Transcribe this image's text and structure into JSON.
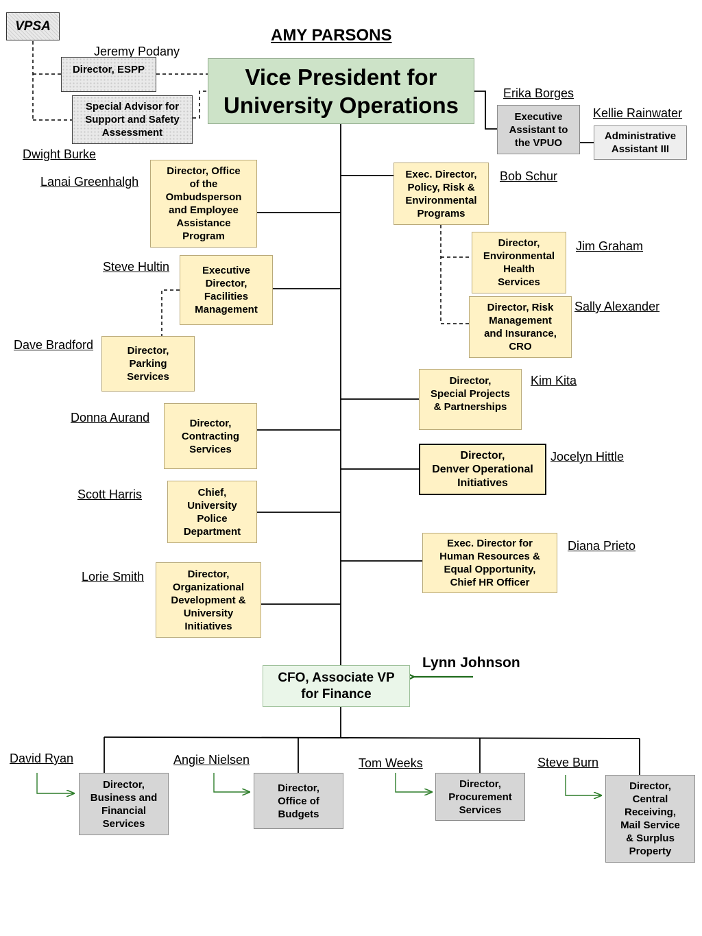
{
  "header": {
    "title": "AMY PARSONS",
    "vpsa_label": "VPSA"
  },
  "top": {
    "vp_title": "Vice President for\nUniversity Operations",
    "director_espp": "Director, ESPP",
    "director_espp_name": "Jeremy Podany",
    "special_advisor": "Special Advisor for\nSupport and Safety\nAssessment",
    "exec_assistant": "Executive\nAssistant to\nthe VPUO",
    "exec_assistant_name": "Erika Borges",
    "admin_assistant": "Administrative\nAssistant III",
    "admin_assistant_name": "Kellie Rainwater"
  },
  "left": {
    "dwight_name": "Dwight Burke",
    "ombuds_title": "Director, Office\nof the\nOmbudsperson\nand Employee\nAssistance\nProgram",
    "ombuds_name": "Lanai Greenhalgh",
    "facilities_title": "Executive\nDirector,\nFacilities\nManagement",
    "facilities_name": "Steve Hultin",
    "parking_title": "Director,\nParking\nServices",
    "parking_name": "Dave Bradford",
    "contracting_title": "Director,\nContracting\nServices",
    "contracting_name": "Donna Aurand",
    "police_title": "Chief,\nUniversity\nPolice\nDepartment",
    "police_name": "Scott Harris",
    "orgdev_title": "Director,\nOrganizational\nDevelopment &\nUniversity\nInitiatives",
    "orgdev_name": "Lorie Smith"
  },
  "right": {
    "policy_title": "Exec. Director,\nPolicy, Risk &\nEnvironmental\nPrograms",
    "policy_name": "Bob Schur",
    "ehs_title": "Director,\nEnvironmental\nHealth\nServices",
    "ehs_name": "Jim Graham",
    "risk_title": "Director, Risk\nManagement\nand Insurance,\nCRO",
    "risk_name": "Sally Alexander",
    "special_projects_title": "Director,\nSpecial Projects\n& Partnerships",
    "special_projects_name": "Kim Kita",
    "denver_title": "Director,\nDenver Operational\nInitiatives",
    "denver_name": "Jocelyn Hittle",
    "hr_title": "Exec. Director for\nHuman Resources &\nEqual Opportunity,\nChief HR Officer",
    "hr_name": "Diana Prieto"
  },
  "finance": {
    "cfo_title": "CFO, Associate VP\nfor Finance",
    "cfo_name": "Lynn Johnson",
    "bfs_title": "Director,\nBusiness and\nFinancial\nServices",
    "bfs_name": "David Ryan",
    "budgets_title": "Director,\nOffice of\nBudgets",
    "budgets_name": "Angie Nielsen",
    "procurement_title": "Director,\nProcurement\nServices",
    "procurement_name": "Tom Weeks",
    "central_title": "Director,\nCentral\nReceiving,\nMail Service\n& Surplus\nProperty",
    "central_name": "Steve Burn"
  },
  "colors": {
    "box_yellow": "#fff2c5",
    "box_green": "#cde3c8",
    "box_grey": "#d6d6d6",
    "arrow_green": "#2e7d2a"
  }
}
